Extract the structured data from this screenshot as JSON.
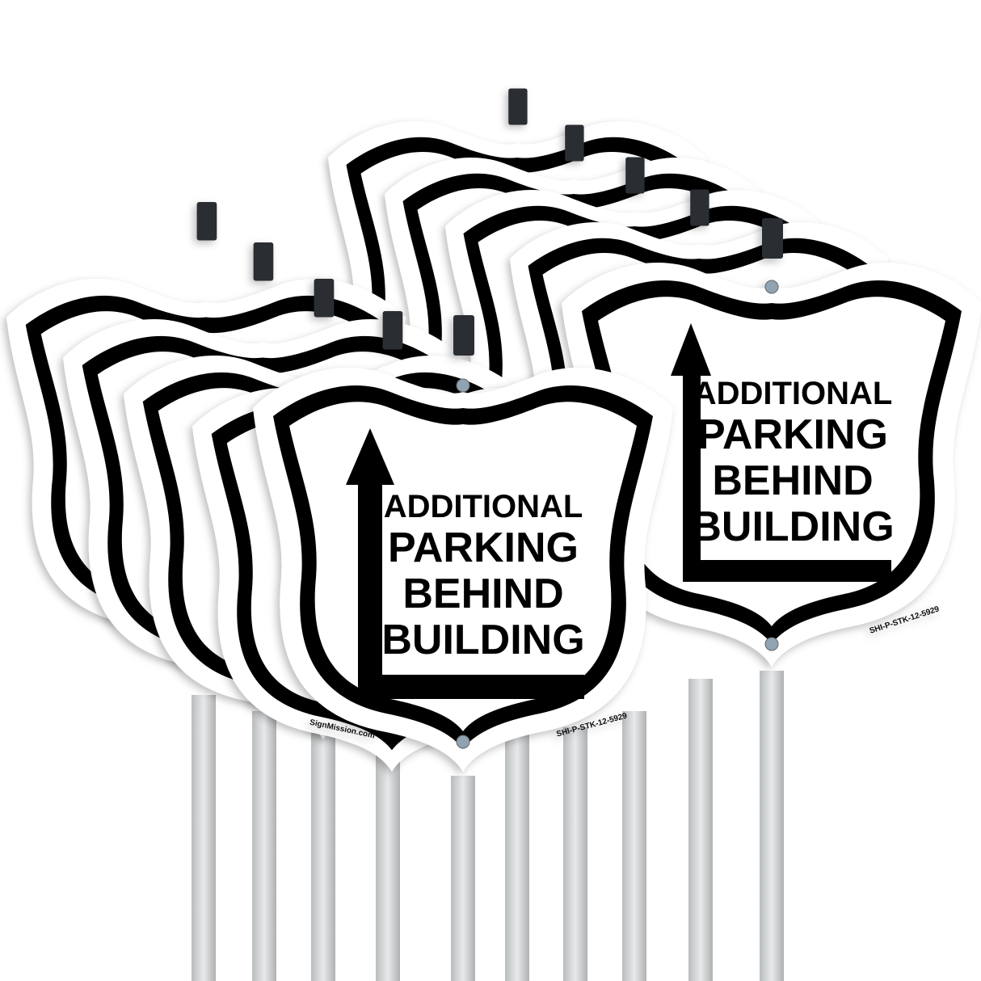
{
  "product": {
    "sign_lines": [
      "ADDITIONAL",
      "PARKING",
      "BEHIND",
      "BUILDING"
    ],
    "brand_label": "SignMission.com",
    "sku_label": "SHI-P-STK-12-5929",
    "sign_count": 10,
    "shape": "shield",
    "colors": {
      "background": "#ffffff",
      "border": "#000000",
      "stake": "#c9cbcc",
      "clip": "#2b2f33",
      "screw": "#8fa3b3"
    }
  }
}
